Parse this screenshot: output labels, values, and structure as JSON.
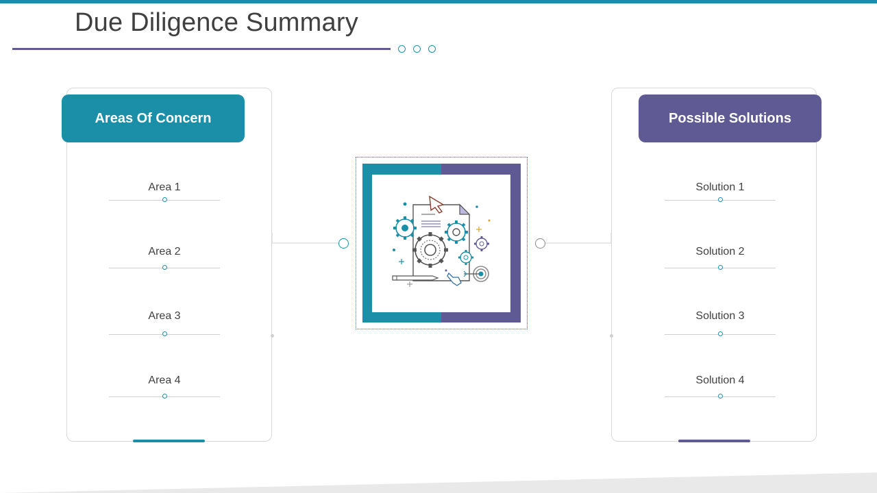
{
  "title": "Due Diligence Summary",
  "colors": {
    "teal": "#1b8fa8",
    "purple": "#5f5a94",
    "text": "#404040"
  },
  "left_panel": {
    "heading": "Areas Of Concern",
    "items": [
      "Area 1",
      "Area 2",
      "Area 3",
      "Area 4"
    ]
  },
  "right_panel": {
    "heading": "Possible Solutions",
    "items": [
      "Solution 1",
      "Solution 2",
      "Solution 3",
      "Solution 4"
    ]
  },
  "center_icon": "gears-document-target-icon"
}
